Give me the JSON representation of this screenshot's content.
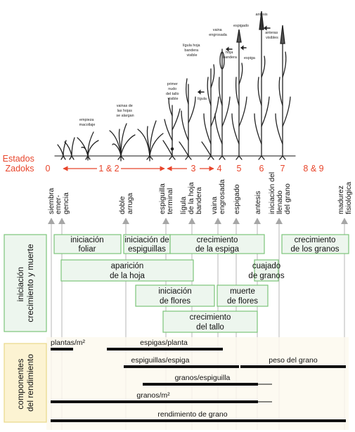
{
  "plant_notes": {
    "empieza_macollaje": [
      "empieza",
      "macollaje"
    ],
    "vainas": [
      "vainas de",
      "las hojas",
      "se alargan"
    ],
    "primer_nudo": [
      "primer",
      "nudo",
      "del tallo",
      "visible"
    ],
    "ligula": [
      "lígula hoja",
      "bandera",
      "visible"
    ],
    "ligula_arrow": "lígula",
    "vaina_engrosada": [
      "vaina",
      "engrosada"
    ],
    "hoja_bandera": [
      "hoja",
      "bandera"
    ],
    "espigado": "espigado",
    "espiga": "espiga",
    "antesis": "antesis",
    "anteras": [
      "anteras",
      "visibles"
    ]
  },
  "zadoks": {
    "title_line1": "Estados",
    "title_line2": "Zadoks",
    "n0": "0",
    "n12": "1 & 2",
    "n3": "3",
    "n4": "4",
    "n5": "5",
    "n6": "6",
    "n7": "7",
    "n89": "8 & 9"
  },
  "events": {
    "siembra": "siembra",
    "emergencia": [
      "emer-",
      "gencia"
    ],
    "doble_arruga": [
      "doble",
      "arruga"
    ],
    "espiguilla_terminal": [
      "espiguilla",
      "terminal"
    ],
    "ligula_hoja_bandera": [
      "lígula",
      "de la hoja",
      "bandera"
    ],
    "vaina_engrosada": [
      "vaina",
      "engrosada"
    ],
    "espigado": "espigado",
    "antesis": "antesis",
    "iniciacion_llenado": [
      "iniciación del",
      "llenado",
      "del grano"
    ],
    "madurez": [
      "madurez",
      "fisiológica"
    ]
  },
  "processes": {
    "side_label": [
      "iniciación",
      "crecimiento y muerte"
    ],
    "iniciacion_foliar": [
      "iniciación",
      "foliar"
    ],
    "iniciacion_espiguillas": [
      "iniciación de",
      "espiguillas"
    ],
    "crecimiento_espiga": [
      "crecimiento",
      "de la espiga"
    ],
    "crecimiento_granos": [
      "crecimiento",
      "de los granos"
    ],
    "aparicion_hoja": [
      "aparición",
      "de la hoja"
    ],
    "cuajado": [
      "cuajado",
      "de granos"
    ],
    "iniciacion_flores": [
      "iniciación",
      "de flores"
    ],
    "muerte_flores": [
      "muerte",
      "de flores"
    ],
    "crecimiento_tallo": [
      "crecimiento",
      "del tallo"
    ]
  },
  "components": {
    "side_label": [
      "componentes",
      "del rendimiento"
    ],
    "plantas_m2": "plantas/m²",
    "espigas_planta": "espigas/planta",
    "espiguillas_espiga": "espiguillas/espiga",
    "peso_grano": "peso del grano",
    "granos_espiguilla": "granos/espiguilla",
    "granos_m2": "granos/m²",
    "rendimiento": "rendimiento de grano"
  },
  "colors": {
    "stage_red": "#e8452b",
    "box_border": "#7cc47a",
    "box_fill": "#edf6ee",
    "comp_panel": "#fdf9ee",
    "comp_label_fill": "#fcf3d2",
    "comp_label_border": "#e9d889",
    "arrow_gray": "#a6a6a6"
  }
}
